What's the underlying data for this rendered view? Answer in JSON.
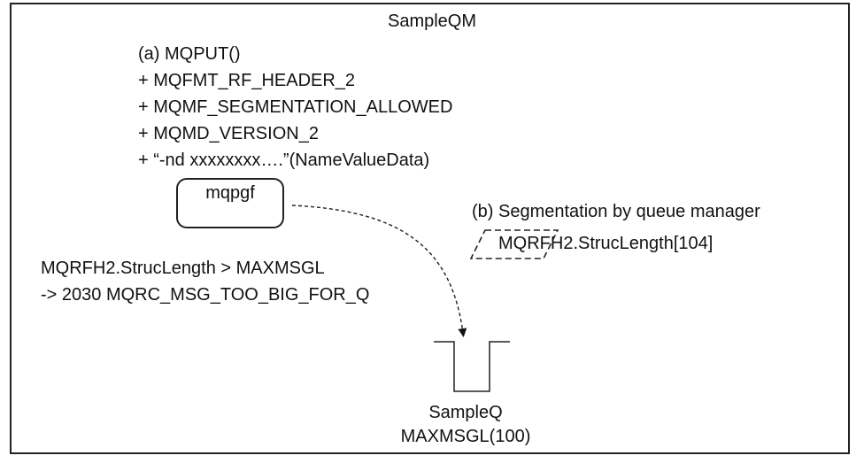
{
  "diagram": {
    "queue_manager": "SampleQM",
    "steps": [
      "(a) MQPUT()",
      "+ MQFMT_RF_HEADER_2",
      "+ MQMF_SEGMENTATION_ALLOWED",
      "+ MQMD_VERSION_2",
      "+ “-nd xxxxxxxx….”(NameValueData)"
    ],
    "program": "mqpgf",
    "error": {
      "condition": "MQRFH2.StrucLength >  MAXMSGL",
      "result": "->  2030 MQRC_MSG_TOO_BIG_FOR_Q"
    },
    "segmentation": {
      "title": "(b) Segmentation by queue manager",
      "struc": "MQRFH2.StrucLength[104]"
    },
    "queue": {
      "name": "SampleQ",
      "maxmsgl": "MAXMSGL(100)"
    }
  }
}
